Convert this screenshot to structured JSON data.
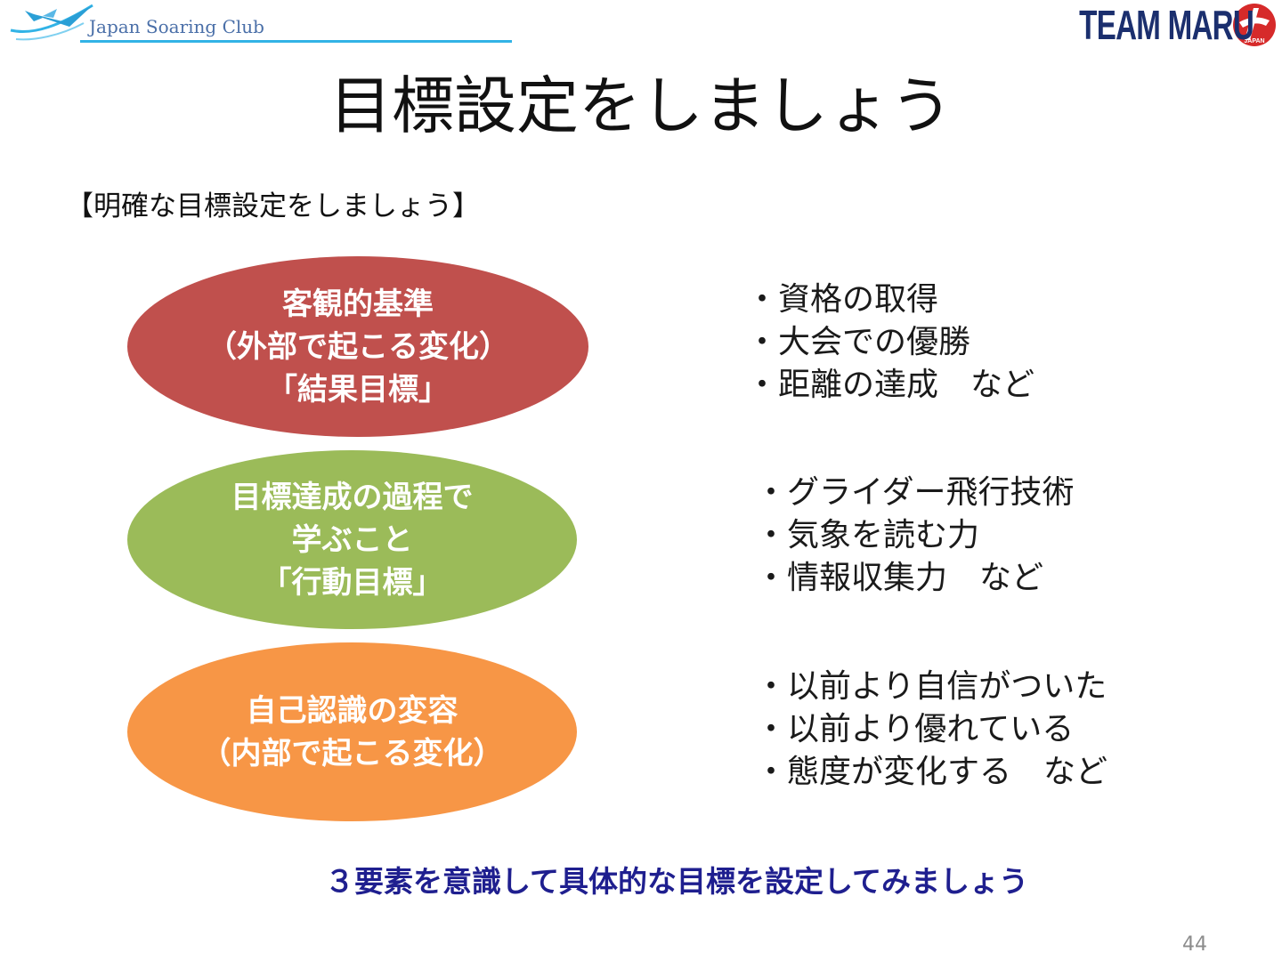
{
  "header": {
    "left_logo_text": "Japan Soaring Club",
    "right_logo_text": "TEAM MARU",
    "right_logo_sub": "JAPAN",
    "left_logo_icon": "glider-icon",
    "right_logo_icon": "maru-emblem-icon"
  },
  "title": "目標設定をしましょう",
  "subtitle": "【明確な目標設定をしましょう】",
  "goals": [
    {
      "lines": [
        "客観的基準",
        "（外部で起こる変化）",
        "「結果目標」"
      ],
      "color": "#c0504d",
      "examples": [
        "・資格の取得",
        "・大会での優勝",
        "・距離の達成　など"
      ]
    },
    {
      "lines": [
        "目標達成の過程で",
        "学ぶこと",
        "「行動目標」"
      ],
      "color": "#9bbb59",
      "examples": [
        "・グライダー飛行技術",
        "・気象を読む力",
        "・情報収集力　など"
      ]
    },
    {
      "lines": [
        "自己認識の変容",
        "（内部で起こる変化）"
      ],
      "color": "#f79646",
      "examples": [
        "・以前より自信がついた",
        "・以前より優れている",
        "・態度が変化する　など"
      ]
    }
  ],
  "conclusion": "３要素を意識して具体的な目標を設定してみましょう",
  "page_number": "44"
}
